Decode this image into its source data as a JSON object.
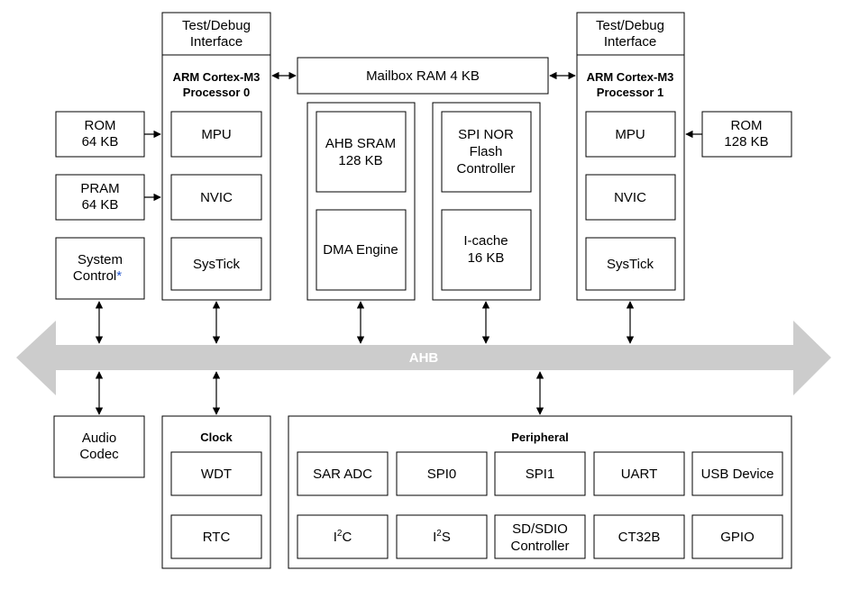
{
  "colors": {
    "bus": "#cccccc",
    "bus_text": "#ffffff",
    "stroke": "#000000",
    "asterisk": "#2255cc"
  },
  "bus": {
    "label": "AHB"
  },
  "cpu0": {
    "debug": [
      "Test/Debug",
      "Interface"
    ],
    "title": [
      "ARM Cortex-M3",
      "Processor 0"
    ],
    "mpu": "MPU",
    "nvic": "NVIC",
    "systick": "SysTick"
  },
  "cpu1": {
    "debug": [
      "Test/Debug",
      "Interface"
    ],
    "title": [
      "ARM Cortex-M3",
      "Processor 1"
    ],
    "mpu": "MPU",
    "nvic": "NVIC",
    "systick": "SysTick"
  },
  "mailbox": "Mailbox RAM 4 KB",
  "rom0": [
    "ROM",
    "64 KB"
  ],
  "pram": [
    "PRAM",
    "64 KB"
  ],
  "system_control": {
    "lines": [
      "System",
      "Control"
    ],
    "mark": "*"
  },
  "rom1": [
    "ROM",
    "128 KB"
  ],
  "ahb_sram": [
    "AHB SRAM",
    "128 KB"
  ],
  "dma": "DMA Engine",
  "spi_nor": [
    "SPI NOR",
    "Flash",
    "Controller"
  ],
  "icache": [
    "I-cache",
    "16 KB"
  ],
  "audio_codec": [
    "Audio",
    "Codec"
  ],
  "clock": {
    "title": "Clock",
    "wdt": "WDT",
    "rtc": "RTC"
  },
  "peripheral": {
    "title": "Peripheral",
    "sar_adc": "SAR ADC",
    "spi0": "SPI0",
    "spi1": "SPI1",
    "uart": "UART",
    "usb": "USB Device",
    "i2c": {
      "base": "I",
      "sup": "2",
      "rest": "C"
    },
    "i2s": {
      "base": "I",
      "sup": "2",
      "rest": "S"
    },
    "sdio": [
      "SD/SDIO",
      "Controller"
    ],
    "ct32b": "CT32B",
    "gpio": "GPIO"
  }
}
